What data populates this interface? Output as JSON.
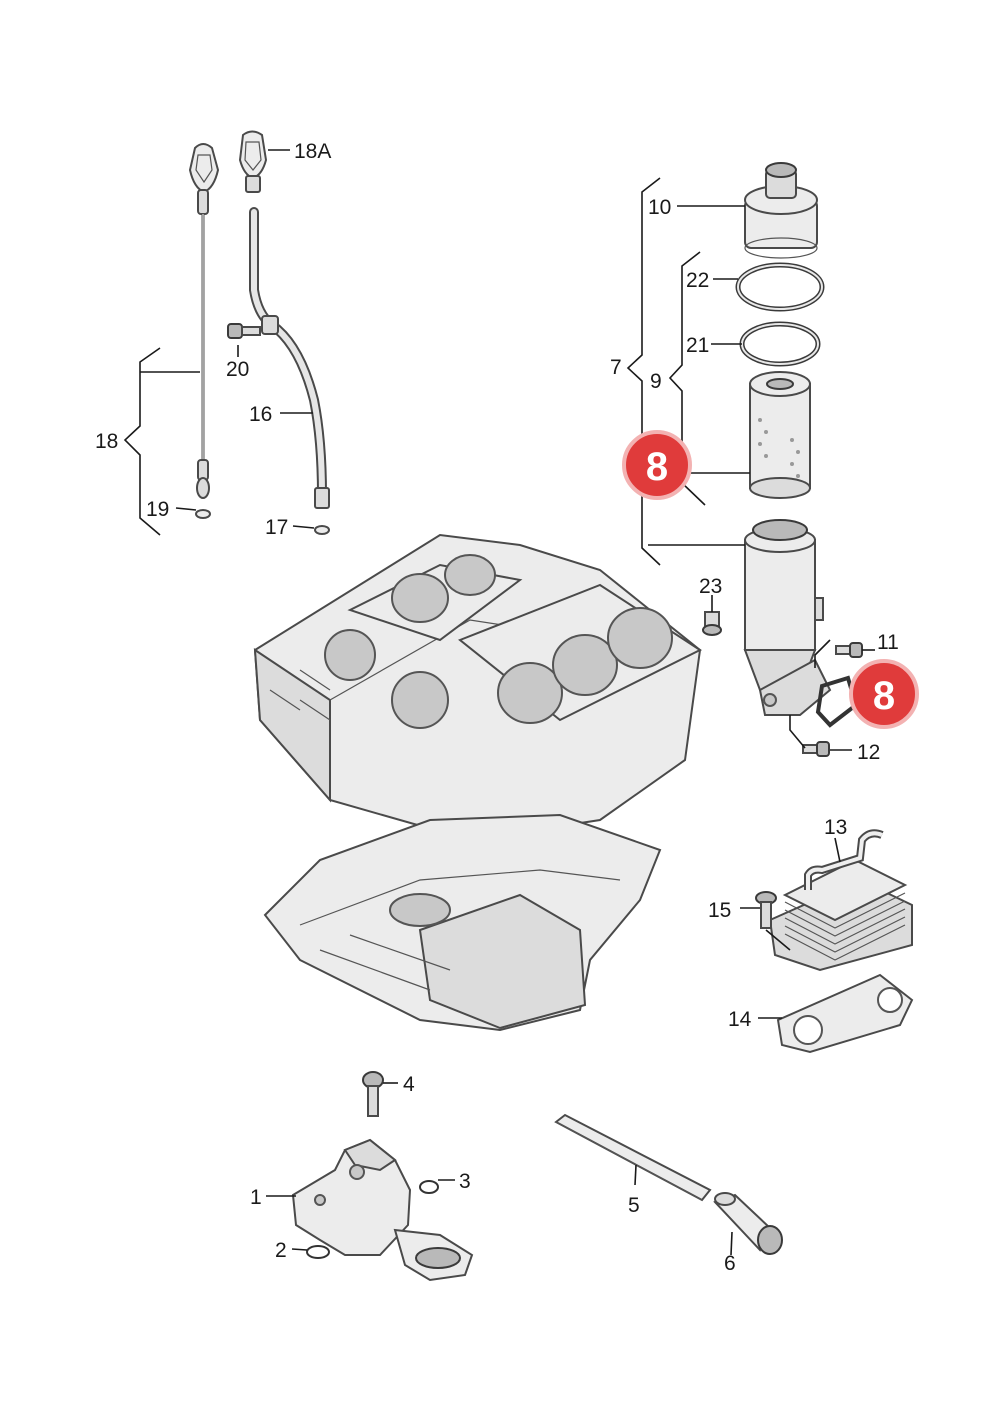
{
  "diagram": {
    "labels": {
      "p1": "1",
      "p2": "2",
      "p3": "3",
      "p4": "4",
      "p5": "5",
      "p6": "6",
      "p7": "7",
      "p9": "9",
      "p10": "10",
      "p11": "11",
      "p12": "12",
      "p13": "13",
      "p14": "14",
      "p15": "15",
      "p16": "16",
      "p17": "17",
      "p18": "18",
      "p18a": "18A",
      "p19": "19",
      "p20": "20",
      "p21": "21",
      "p22": "22",
      "p23": "23"
    },
    "callouts": {
      "filter_element": "8",
      "gasket": "8"
    },
    "colors": {
      "callout": "#e03b3b",
      "callout_ring": "#f3b2b2"
    }
  }
}
